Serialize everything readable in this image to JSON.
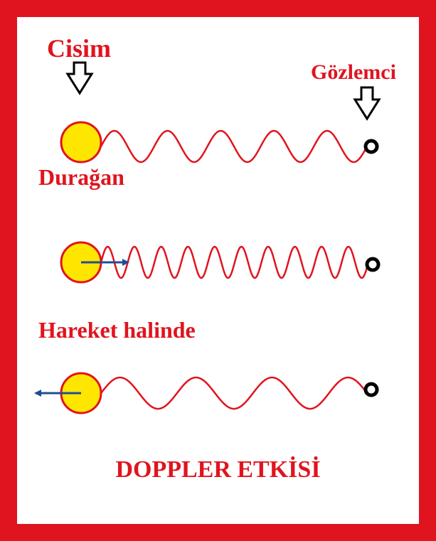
{
  "labels": {
    "object": "Cisim",
    "observer": "Gözlemci",
    "stationary": "Durağan",
    "moving": "Hareket halinde",
    "title": "DOPPLER ETKİSİ"
  },
  "colors": {
    "frame": "#e0141e",
    "text": "#e0141e",
    "source_fill": "#ffe600",
    "source_stroke": "#e0141e",
    "wave": "#e0141e",
    "observer": "#000000",
    "velocity_arrow": "#1f4e96"
  },
  "scenarios": [
    {
      "state": "stationary",
      "wave_cycles": 5,
      "velocity_direction": "none"
    },
    {
      "state": "moving toward observer",
      "wave_cycles": 10,
      "velocity_direction": "right"
    },
    {
      "state": "moving away from observer",
      "wave_cycles": 3.5,
      "velocity_direction": "left"
    }
  ]
}
